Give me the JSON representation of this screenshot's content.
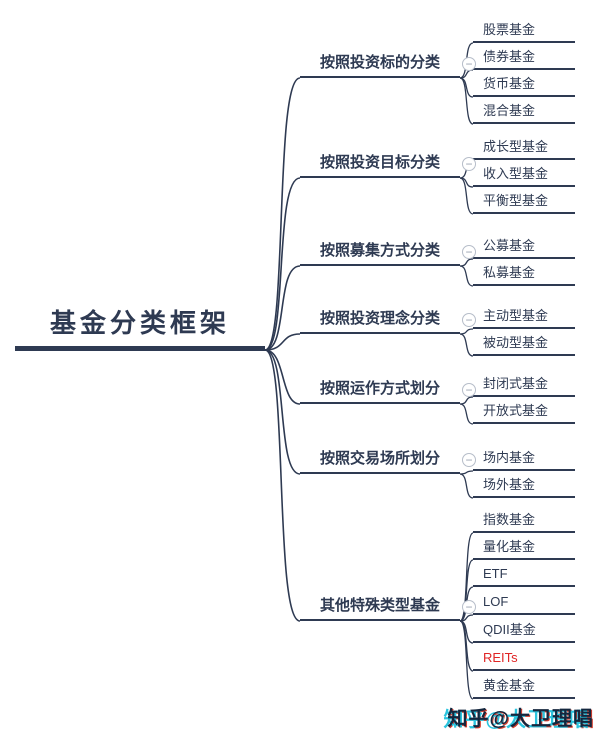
{
  "root": {
    "label": "基金分类框架"
  },
  "collapse_glyph": "−",
  "branches": [
    {
      "label": "按照投资标的分类",
      "children": [
        {
          "label": "股票基金"
        },
        {
          "label": "债券基金"
        },
        {
          "label": "货币基金"
        },
        {
          "label": "混合基金"
        }
      ]
    },
    {
      "label": "按照投资目标分类",
      "children": [
        {
          "label": "成长型基金"
        },
        {
          "label": "收入型基金"
        },
        {
          "label": "平衡型基金"
        }
      ]
    },
    {
      "label": "按照募集方式分类",
      "children": [
        {
          "label": "公募基金"
        },
        {
          "label": "私募基金"
        }
      ]
    },
    {
      "label": "按照投资理念分类",
      "children": [
        {
          "label": "主动型基金"
        },
        {
          "label": "被动型基金"
        }
      ]
    },
    {
      "label": "按照运作方式划分",
      "children": [
        {
          "label": "封闭式基金"
        },
        {
          "label": "开放式基金"
        }
      ]
    },
    {
      "label": "按照交易场所划分",
      "children": [
        {
          "label": "场内基金"
        },
        {
          "label": "场外基金"
        }
      ]
    },
    {
      "label": "其他特殊类型基金",
      "children": [
        {
          "label": "指数基金"
        },
        {
          "label": "量化基金"
        },
        {
          "label": "ETF"
        },
        {
          "label": "LOF"
        },
        {
          "label": "QDII基金"
        },
        {
          "label": "REITs",
          "highlight": true
        },
        {
          "label": "黄金基金"
        }
      ]
    }
  ],
  "watermark": "知乎@大卫理唱",
  "colors": {
    "ink": "#2e3a52",
    "highlight": "#e02525",
    "watermark_cyan": "#2ac4de",
    "watermark_red": "#d03a2a"
  }
}
